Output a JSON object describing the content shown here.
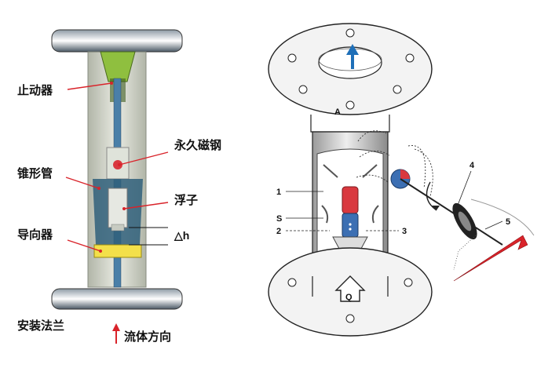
{
  "left_diagram": {
    "labels": {
      "stopper": "止动器",
      "permanent_magnet": "永久磁钢",
      "tapered_tube": "锥形管",
      "float": "浮子",
      "guide": "导向器",
      "delta_h": "△h",
      "flange": "安装法兰",
      "flow_direction": "流体方向"
    },
    "colors": {
      "tube": "#c8cdc1",
      "tapered_section": "#2f5f7a",
      "rod": "#4a7fa8",
      "magnet": "#d9383f",
      "stopper": "#8fbf3f",
      "guide": "#f3e04a",
      "flange": "#5a6a78",
      "leader": "#d9232a",
      "flow_arrow": "#d9232a"
    }
  },
  "right_diagram": {
    "labels": {
      "part_1": "1",
      "part_2": "2",
      "part_3": "3",
      "part_4": "4",
      "part_5": "5",
      "pole_s": "S",
      "outlet": "A",
      "inlet": "Q"
    },
    "colors": {
      "body_shade": "#cfcfcf",
      "magnet_red": "#d9383f",
      "magnet_blue": "#3c6fb3",
      "pointer": "#d9232a",
      "arrow_blue": "#1e6fb8"
    }
  }
}
